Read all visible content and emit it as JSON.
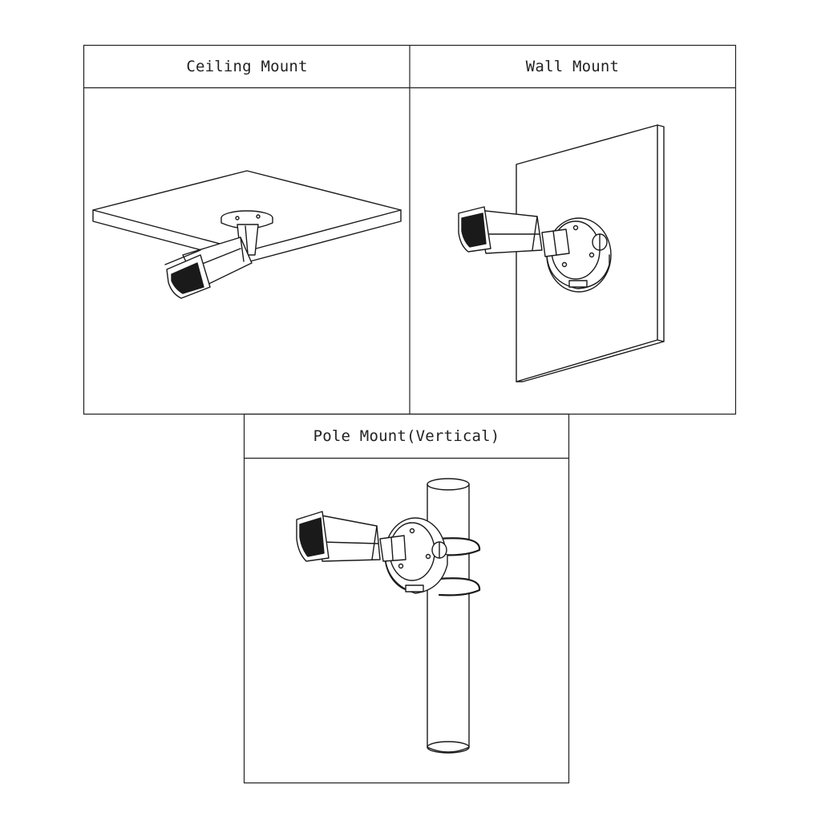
{
  "panels": {
    "ceiling": {
      "title": "Ceiling Mount",
      "icon": "ceiling-mount-camera-icon"
    },
    "wall": {
      "title": "Wall Mount",
      "icon": "wall-mount-camera-icon"
    },
    "pole": {
      "title": "Pole Mount(Vertical)",
      "icon": "pole-mount-camera-icon"
    }
  }
}
